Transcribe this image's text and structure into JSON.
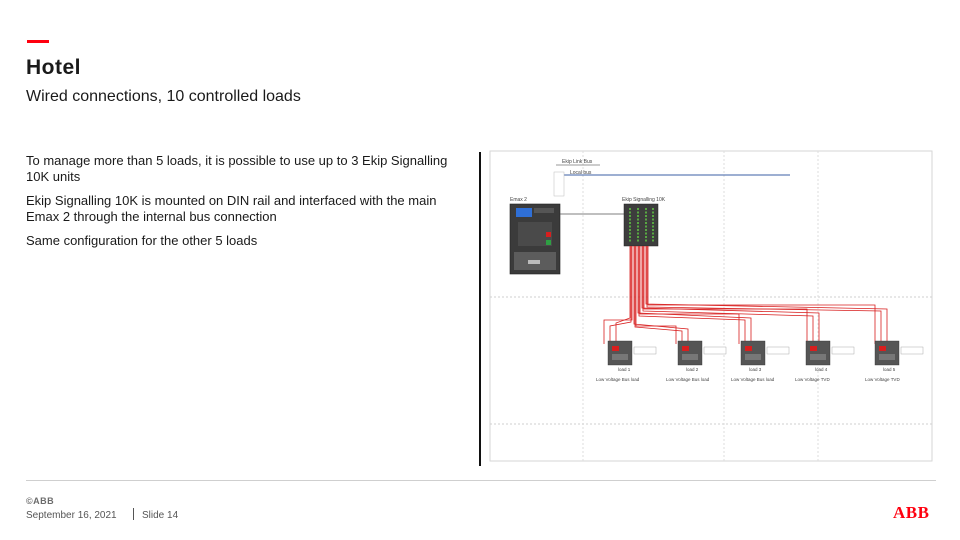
{
  "slide": {
    "title": "Hotel",
    "subtitle": "Wired connections, 10 controlled loads",
    "paragraphs": [
      "To manage more than 5 loads, it is possible to use up to 3 Ekip Signalling 10K units",
      "Ekip Signalling 10K is mounted on DIN rail and interfaced with the main Emax 2 through the internal bus connection",
      "Same configuration for the other 5 loads"
    ],
    "accent_color": "#ff000f"
  },
  "diagram": {
    "top_label_1": "Ekip Link Bus",
    "top_label_2": "Local bus",
    "module_label": "Ekip Signalling 10K",
    "breaker_label": "Emax 2",
    "loads": [
      {
        "caption": "Low Voltage Bus load"
      },
      {
        "caption": "Low Voltage Bus load"
      },
      {
        "caption": "Low Voltage Bus load"
      },
      {
        "caption": "Low Voltage TVD"
      },
      {
        "caption": "Low Voltage TVD"
      }
    ],
    "wire_color": "#d81e1e"
  },
  "footer": {
    "small_logo": "©ABB",
    "date": "September 16, 2021",
    "slide": "Slide 14",
    "logo": "ABB"
  }
}
